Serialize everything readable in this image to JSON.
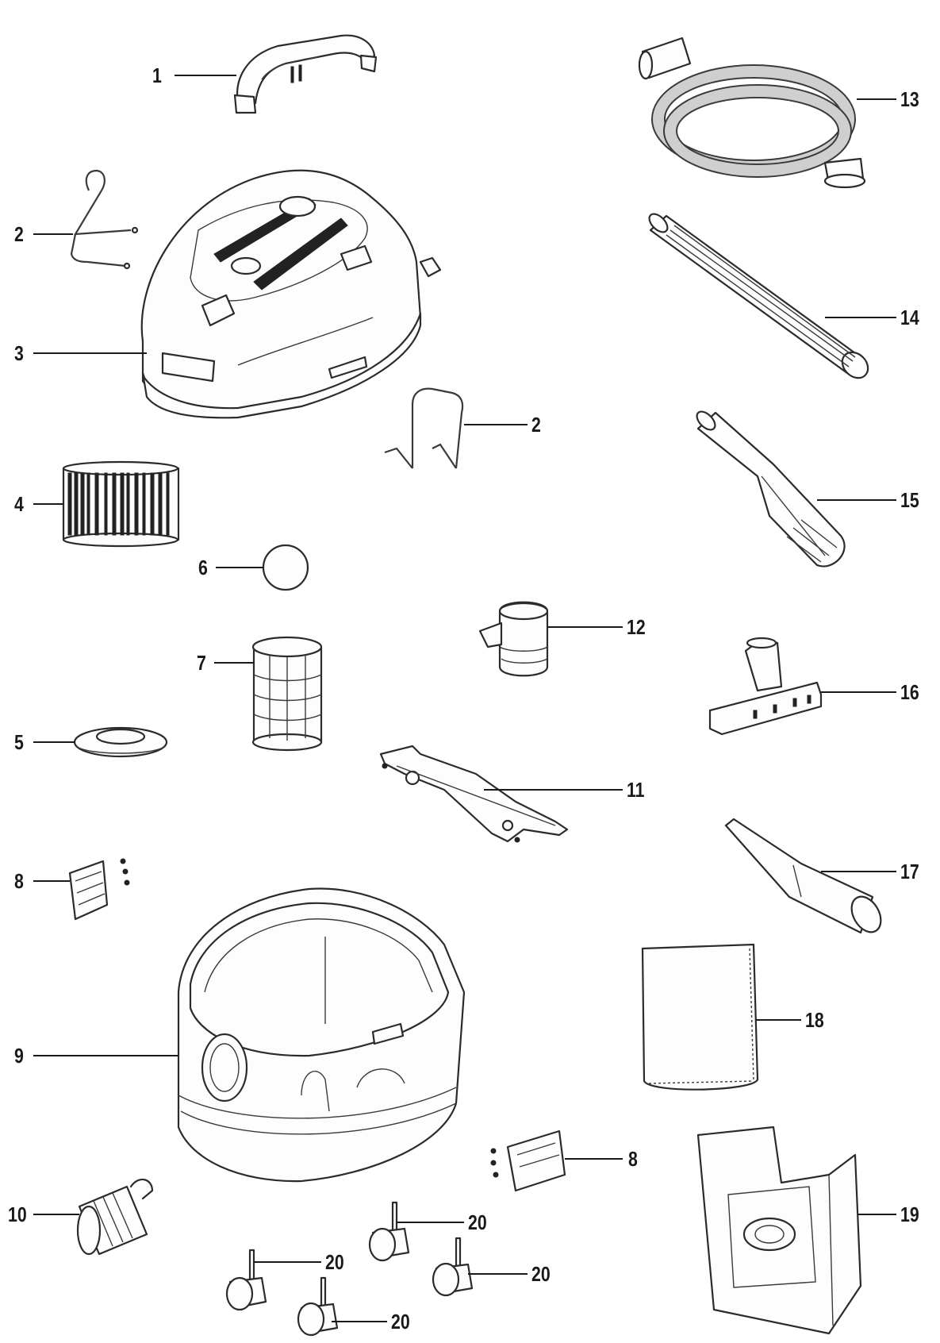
{
  "callouts": [
    {
      "id": "p1",
      "label": "1"
    },
    {
      "id": "p2a",
      "label": "2"
    },
    {
      "id": "p2b",
      "label": "2"
    },
    {
      "id": "p3",
      "label": "3"
    },
    {
      "id": "p4",
      "label": "4"
    },
    {
      "id": "p5",
      "label": "5"
    },
    {
      "id": "p6",
      "label": "6"
    },
    {
      "id": "p7",
      "label": "7"
    },
    {
      "id": "p8a",
      "label": "8"
    },
    {
      "id": "p8b",
      "label": "8"
    },
    {
      "id": "p9",
      "label": "9"
    },
    {
      "id": "p10",
      "label": "10"
    },
    {
      "id": "p11",
      "label": "11"
    },
    {
      "id": "p12",
      "label": "12"
    },
    {
      "id": "p13",
      "label": "13"
    },
    {
      "id": "p14",
      "label": "14"
    },
    {
      "id": "p15",
      "label": "15"
    },
    {
      "id": "p16",
      "label": "16"
    },
    {
      "id": "p17",
      "label": "17"
    },
    {
      "id": "p18",
      "label": "18"
    },
    {
      "id": "p19",
      "label": "19"
    },
    {
      "id": "p20a",
      "label": "20"
    },
    {
      "id": "p20b",
      "label": "20"
    },
    {
      "id": "p20c",
      "label": "20"
    },
    {
      "id": "p20d",
      "label": "20"
    }
  ]
}
